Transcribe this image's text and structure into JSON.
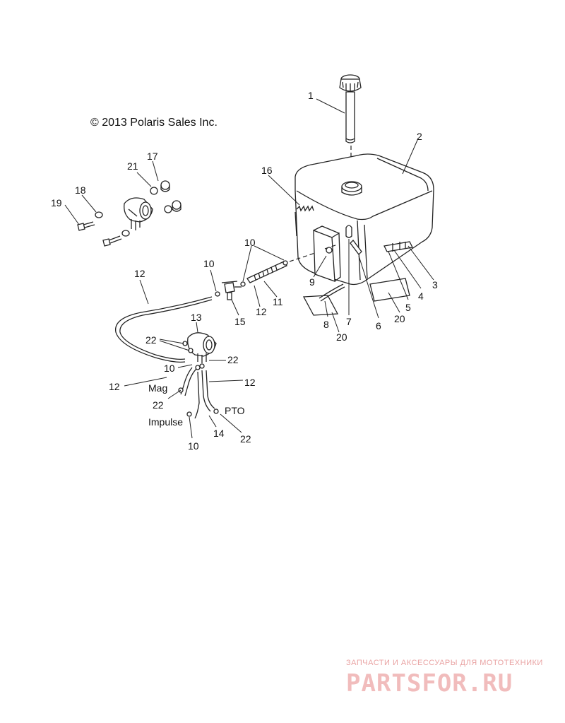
{
  "copyright": "© 2013 Polaris Sales Inc.",
  "callouts": {
    "c1": "1",
    "c2": "2",
    "c3": "3",
    "c4": "4",
    "c5": "5",
    "c6": "6",
    "c7": "7",
    "c8": "8",
    "c9": "9",
    "c10a": "10",
    "c10b": "10",
    "c10c": "10",
    "c10d": "10",
    "c11": "11",
    "c12a": "12",
    "c12b": "12",
    "c12c": "12",
    "c12d": "12",
    "c13": "13",
    "c14": "14",
    "c15": "15",
    "c16": "16",
    "c17": "17",
    "c18": "18",
    "c19": "19",
    "c20a": "20",
    "c20b": "20",
    "c21": "21",
    "c22a": "22",
    "c22b": "22",
    "c22c": "22",
    "c22d": "22"
  },
  "hose_labels": {
    "mag": "Mag",
    "pto": "PTO",
    "impulse": "Impulse"
  },
  "watermark": {
    "tagline": "ЗАПЧАСТИ И АКСЕССУАРЫ ДЛЯ МОТОТЕХНИКИ",
    "brand": "PARTSFOR.RU"
  }
}
